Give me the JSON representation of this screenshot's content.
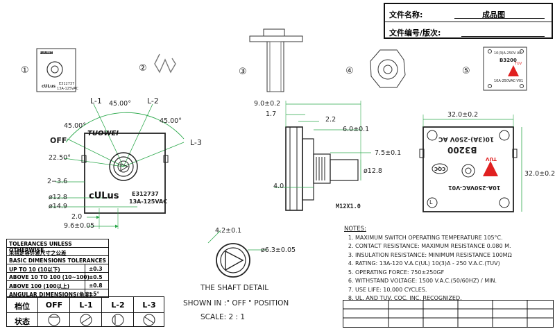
{
  "title_block": {
    "file_name_label": "文件名称:",
    "file_name_value": "成品图",
    "file_number_label": "文件编号/版次:"
  },
  "views": {
    "v1": "①",
    "v2": "②",
    "v3": "③",
    "v4": "④",
    "v5": "⑤"
  },
  "small_view1": {
    "brand": "TUOWEI",
    "cert": "E312737",
    "rating": "13A-125VAC",
    "ul_mark": "cULus"
  },
  "small_view5": {
    "rating": "10(3)A-250V AC",
    "model": "B3200",
    "tuv": "TUV",
    "code": "10A-250VAC-V01"
  },
  "main_front": {
    "brand": "TUOWEI",
    "cert": "E312737",
    "rating": "13A-125VAC",
    "ul_mark": "cULus",
    "labels": {
      "l1": "L-1",
      "l2": "L-2",
      "l3": "L-3",
      "off": "OFF"
    },
    "angles": {
      "a1": "45.00°",
      "a2": "45.00°",
      "a3": "45.00°",
      "a4": "22.50°"
    },
    "dims": {
      "d1": "2−3.6",
      "d2": "ø12.8",
      "d3": "ø14.9",
      "d4": "2.0",
      "d5": "9.6±0.05"
    }
  },
  "side_view": {
    "dims": {
      "d1": "9.0±0.2",
      "d2": "1.7",
      "d3": "2.2",
      "d4": "6.0±0.1",
      "d5": "7.5±0.1",
      "d6": "ø12.8",
      "d7": "4.0",
      "d8": "M12X1.0"
    }
  },
  "rear_view": {
    "width": "32.0±0.2",
    "height": "32.0±0.2",
    "rating": "10(3A)-250V AC",
    "model": "B3200",
    "tuv": "TUV",
    "cqc": "CQC",
    "code": "10A-250VAC-V01",
    "letter": "L"
  },
  "shaft_detail": {
    "dim1": "4.2±0.1",
    "dim2": "ø6.3±0.05",
    "title": "THE SHAFT DETAIL",
    "shown_in": "SHOWN IN :\" OFF \" POSITION",
    "scale": "SCALE:   2 : 1"
  },
  "tolerances": {
    "header": "TOLERANCES UNLESS OTHERWISE",
    "header_cn": "未指定容许差尺寸之公差",
    "basic": "BASIC DIMENSIONS TOLERANCES",
    "rows": [
      {
        "label": "UP TO 10 (10以下)",
        "value": "±0.3"
      },
      {
        "label": "ABOVE 10 TO 100 (10~100)",
        "value": "±0.5"
      },
      {
        "label": "ABOVE 100 (100以上)",
        "value": "±0.8"
      },
      {
        "label": "ANGULAR DIMENSIONS(角度)",
        "value": "±5°"
      }
    ]
  },
  "positions": {
    "header": "档位",
    "state": "状态",
    "cols": [
      "OFF",
      "L-1",
      "L-2",
      "L-3"
    ]
  },
  "notes": {
    "header": "NOTES:",
    "items": [
      "MAXIMUM SWITCH OPERATING TEMPERATURE 105°C.",
      "CONTACT RESISTANCE: MAXIMUM RESISTANCE 0.080 M.",
      "INSULATION RESISTANCE: MINIMUM RESISTANCE 100MΩ",
      "RATING: 13A-120 V.A.C(UL)  10(3)A - 250 V.A.C.(TUV)",
      "OPERATING FORCE:   750±250GF",
      "WITHSTAND VOLTAGE: 1500 V.A.C.(50/60HZ) / MIN.",
      "USE LIFE: 10,000 CYCLES.",
      "UL. AND TUV. CQC. INC. RECOGNIZED."
    ]
  },
  "colors": {
    "dim_green": "#2aa84a",
    "line": "#222222",
    "red": "#e02020"
  }
}
